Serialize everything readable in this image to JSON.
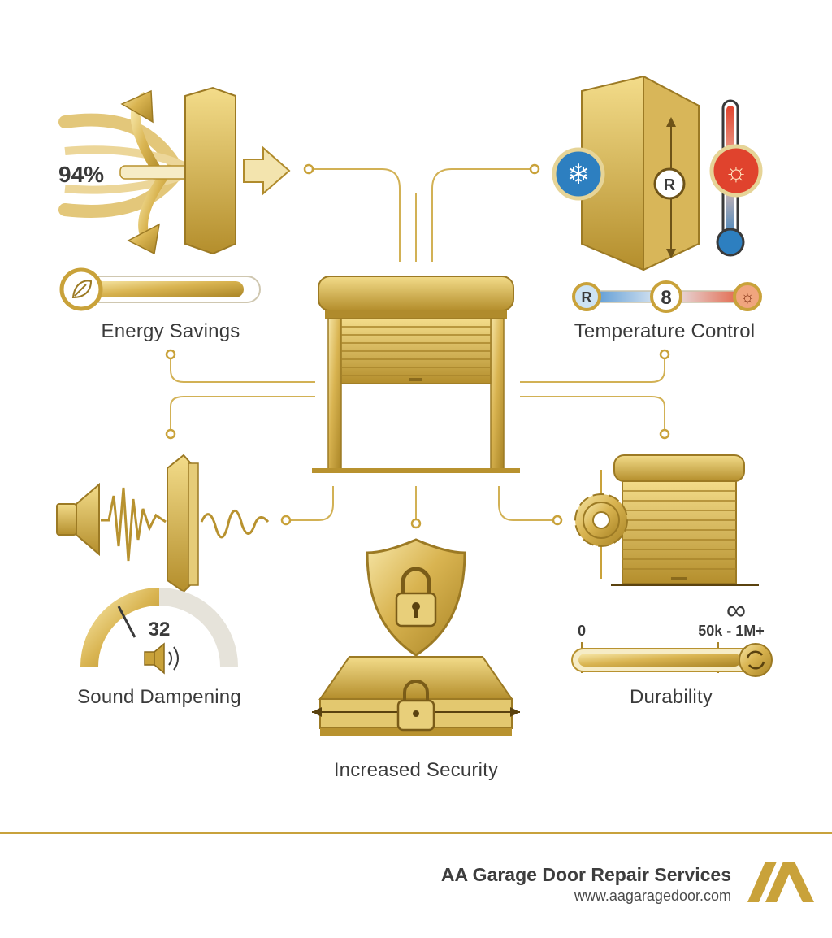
{
  "features": {
    "energy": {
      "label": "Energy Savings",
      "stat": "94%",
      "icon": "air-deflection-icon"
    },
    "temperature": {
      "label": "Temperature Control",
      "r_badge": "R",
      "r_value": "8",
      "icon": "insulation-panel-icon"
    },
    "sound": {
      "label": "Sound Dampening",
      "level": "32",
      "icon": "speaker-icon"
    },
    "security": {
      "label": "Increased Security",
      "icon": "shield-lock-icon"
    },
    "durability": {
      "label": "Durability",
      "scale_min": "0",
      "scale_max": "50k - 1M+",
      "infinity": "∞",
      "icon": "roller-door-gear-icon"
    }
  },
  "center": {
    "icon": "roll-up-garage-door-icon"
  },
  "footer": {
    "company": "AA Garage Door Repair Services",
    "url": "www.aagaragedoor.com",
    "logo": "aa-logo-icon"
  },
  "colors": {
    "gold": "#c9a23a",
    "gold_light": "#f1dc94",
    "gold_dark": "#8a6a1c",
    "cold": "#2d7fc0",
    "hot": "#e0432d",
    "text": "#3a3a3a"
  }
}
